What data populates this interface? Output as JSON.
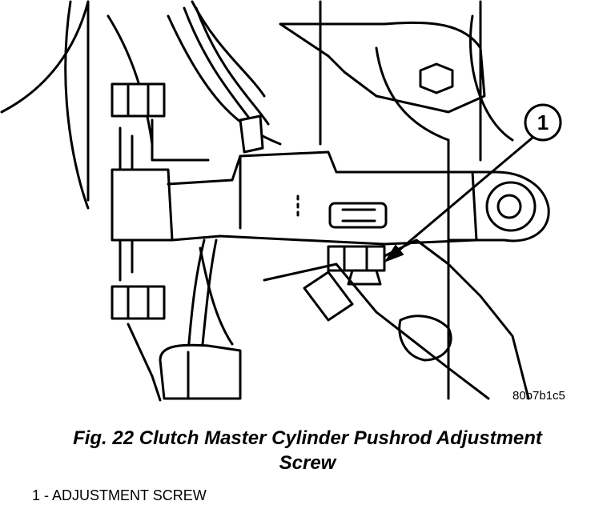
{
  "figure": {
    "image_id": "80b7b1c5",
    "callout_number": "1",
    "caption_line1": "Fig. 22 Clutch Master Cylinder Pushrod Adjustment",
    "caption_line2": "Screw",
    "legend_item": "1 - ADJUSTMENT SCREW"
  }
}
